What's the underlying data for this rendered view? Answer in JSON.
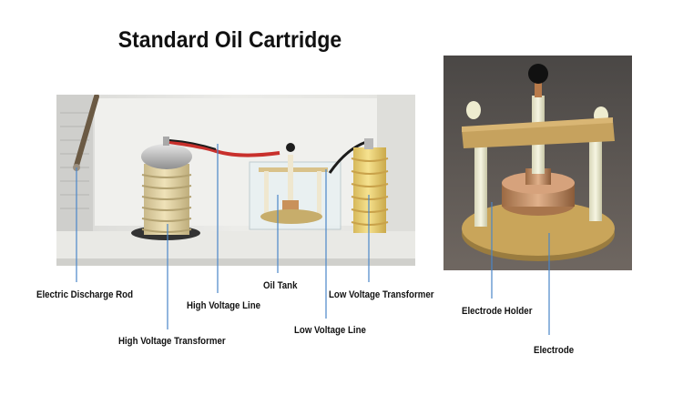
{
  "title": "Standard Oil Cartridge",
  "labels": {
    "electric_discharge_rod": "Electric Discharge Rod",
    "high_voltage_line": "High Voltage Line",
    "oil_tank": "Oil Tank",
    "low_voltage_transformer": "Low Voltage Transformer",
    "low_voltage_line": "Low Voltage Line",
    "high_voltage_transformer": "High Voltage Transformer",
    "electrode_holder": "Electrode Holder",
    "electrode": "Electrode"
  },
  "colors": {
    "leader_line": "#4a86c8",
    "text": "#111111"
  }
}
